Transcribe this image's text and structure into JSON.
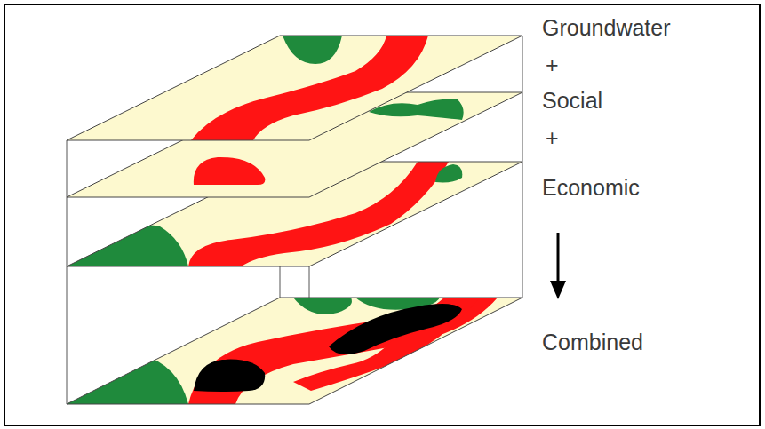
{
  "diagram": {
    "labels": [
      "Groundwater",
      "+",
      "Social",
      "+",
      "Economic",
      "Combined"
    ]
  }
}
